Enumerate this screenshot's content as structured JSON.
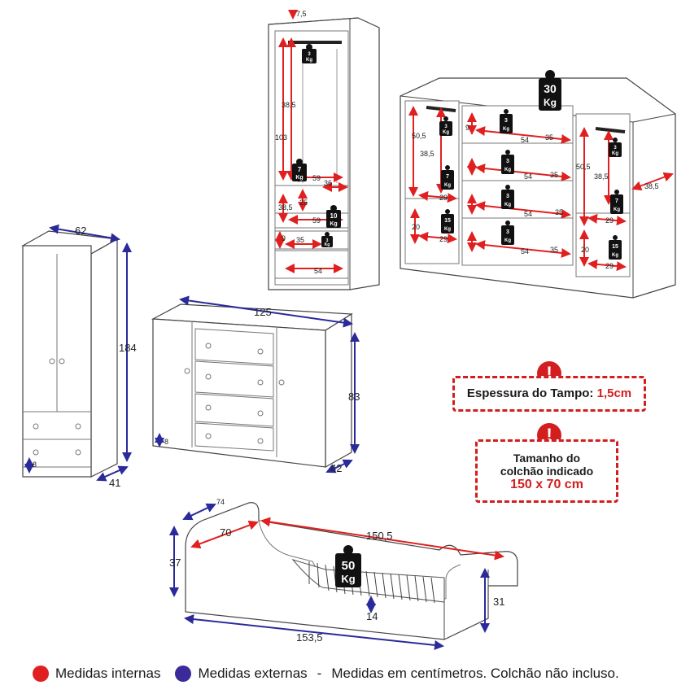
{
  "colors": {
    "internal": "#e02020",
    "external": "#2a2a9a",
    "alert": "#d21e1e",
    "weight_box": "#111111"
  },
  "weight_unit": "Kg",
  "wardrobe_detail": {
    "dims": [
      "7,5",
      "38,5",
      "103",
      "25",
      "38,5",
      "59",
      "36",
      "59",
      "9",
      "35",
      "54"
    ],
    "weights": [
      "3",
      "7",
      "10",
      "3"
    ]
  },
  "dresser_detail": {
    "dims": [
      "50,5",
      "38,5",
      "9",
      "54",
      "35",
      "54",
      "35",
      "54",
      "35",
      "54",
      "35",
      "29",
      "20",
      "29",
      "50,5",
      "38,5",
      "38,5",
      "29",
      "20",
      "29",
      "29"
    ],
    "weights": [
      "30",
      "3",
      "3",
      "3",
      "3",
      "3",
      "3",
      "7",
      "15",
      "3",
      "7",
      "15"
    ]
  },
  "wardrobe": {
    "width": "62",
    "height": "184",
    "depth": "41",
    "base": "8"
  },
  "dresser": {
    "width": "125",
    "height": "83",
    "depth": "42",
    "base": "8"
  },
  "bed": {
    "length": "153,5",
    "inner_length": "150,5",
    "inner_width": "70",
    "height": "37",
    "side_height": "31",
    "underside": "14",
    "depth_cut": "74",
    "weight": "50"
  },
  "notes": {
    "tampo_label": "Espessura do Tampo:",
    "tampo_value": "1,5cm",
    "mattress_line1": "Tamanho do",
    "mattress_line2": "colchão indicado",
    "mattress_size": "150 x 70 cm",
    "alert_icon": "!"
  },
  "legend": {
    "internal": "Medidas internas",
    "external": "Medidas externas",
    "separator": "-",
    "note": "Medidas em centímetros. Colchão não incluso."
  }
}
